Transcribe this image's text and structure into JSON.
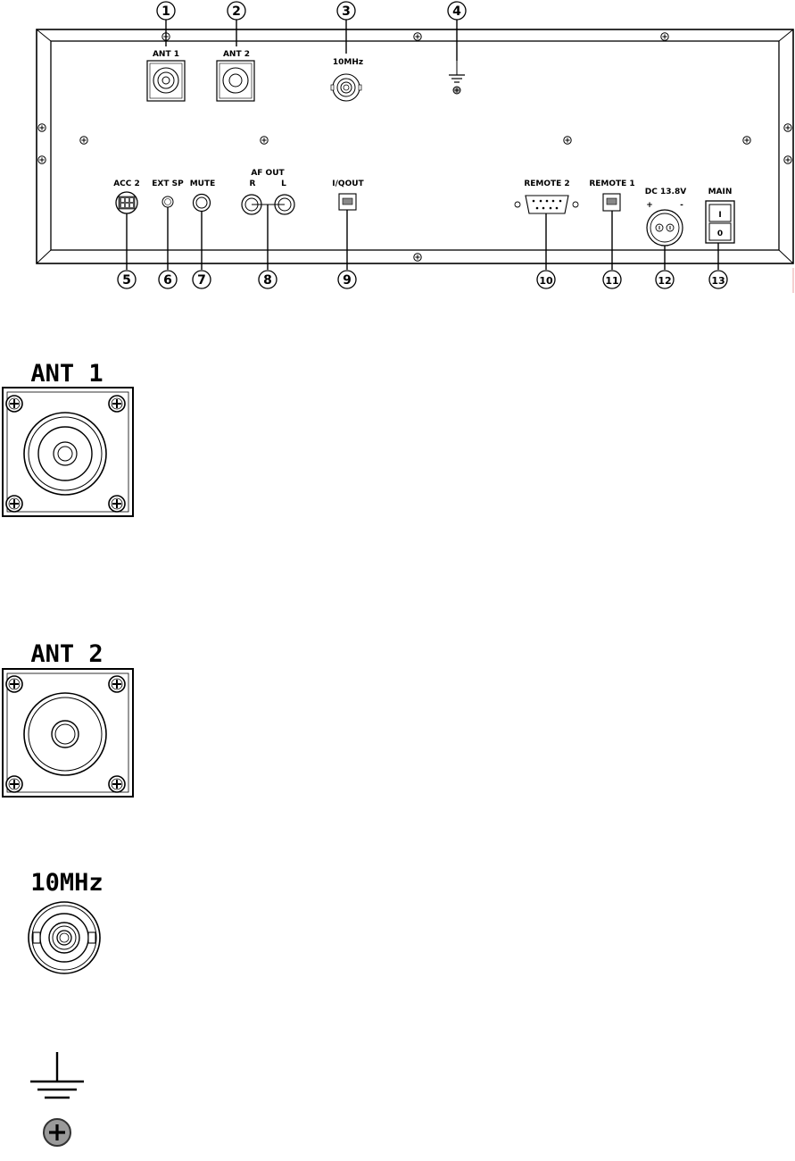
{
  "rear_panel": {
    "callouts": [
      "1",
      "2",
      "3",
      "4",
      "5",
      "6",
      "7",
      "8",
      "9",
      "10",
      "11",
      "12",
      "13"
    ],
    "labels": {
      "ant1": "ANT 1",
      "ant2": "ANT 2",
      "ref10": "10MHz",
      "acc2": "ACC 2",
      "extsp": "EXT SP",
      "mute": "MUTE",
      "afout": "AF OUT",
      "af_r": "R",
      "af_l": "L",
      "iqout": "I/QOUT",
      "remote2": "REMOTE 2",
      "remote1": "REMOTE 1",
      "dc": "DC 13.8V",
      "dc_plus": "+",
      "dc_minus": "-",
      "main": "MAIN",
      "main_on": "I",
      "main_off": "0"
    }
  },
  "details": {
    "ant1_title": "ANT 1",
    "ant2_title": "ANT 2",
    "ref10_title": "10MHz"
  }
}
